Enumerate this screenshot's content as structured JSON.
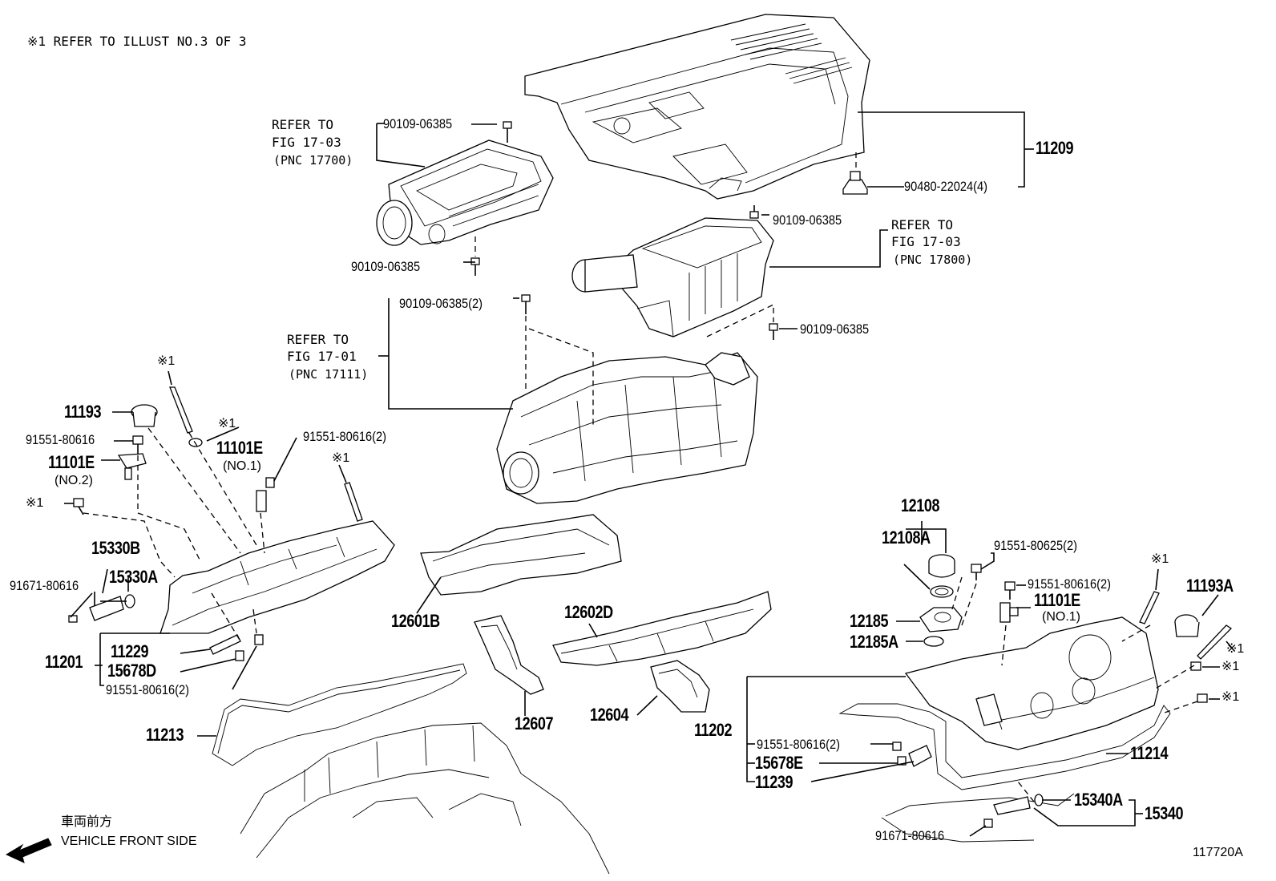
{
  "note": "※1 REFER TO ILLUST NO.3 OF 3",
  "mark": "※1",
  "refs": {
    "left_ref": {
      "l1": "REFER TO",
      "l2": "FIG 17-03",
      "l3": "(PNC 17700)"
    },
    "right_ref": {
      "l1": "REFER TO",
      "l2": "FIG 17-03",
      "l3": "(PNC 17800)"
    },
    "manifold_ref": {
      "l1": "REFER TO",
      "l2": "FIG 17-01",
      "l3": "(PNC 17111)"
    }
  },
  "parts": {
    "p11209": "11209",
    "p90480": "90480-22024(4)",
    "p90109_a": "90109-06385",
    "p90109_b": "90109-06385",
    "p90109_c": "90109-06385",
    "p90109_d": "90109-06385(2)",
    "p90109_e": "90109-06385",
    "p11193": "11193",
    "p91551_a": "91551-80616",
    "p11101e_l": "11101E",
    "p11101e_l_sub": "(NO.2)",
    "p11101e_m": "11101E",
    "p11101e_m_sub": "(NO.1)",
    "p91551_b": "91551-80616(2)",
    "p15330b": "15330B",
    "p15330a": "15330A",
    "p91671_a": "91671-80616",
    "p11201": "11201",
    "p11229": "11229",
    "p15678d": "15678D",
    "p91551_c": "91551-80616(2)",
    "p11213": "11213",
    "p12601b": "12601B",
    "p12602d": "12602D",
    "p12607": "12607",
    "p12604": "12604",
    "p12108": "12108",
    "p12108a": "12108A",
    "p91551_d": "91551-80625(2)",
    "p91551_e": "91551-80616(2)",
    "p11101e_r": "11101E",
    "p11101e_r_sub": "(NO.1)",
    "p11193a": "11193A",
    "p12185": "12185",
    "p12185a": "12185A",
    "p11202": "11202",
    "p91551_f": "91551-80616(2)",
    "p15678e": "15678E",
    "p11239": "11239",
    "p11214": "11214",
    "p15340a": "15340A",
    "p15340": "15340",
    "p91671_b": "91671-80616"
  },
  "front": {
    "jp": "車両前方",
    "en": "VEHICLE FRONT SIDE"
  },
  "illust_id": "117720A"
}
